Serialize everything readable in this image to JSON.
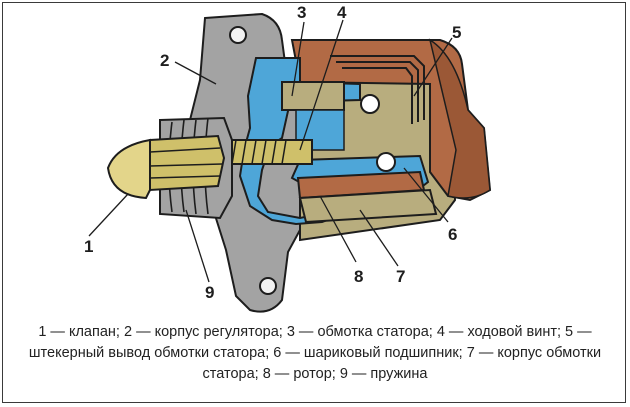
{
  "diagram": {
    "callouts": [
      {
        "id": "1",
        "label": "1"
      },
      {
        "id": "2",
        "label": "2"
      },
      {
        "id": "3",
        "label": "3"
      },
      {
        "id": "4",
        "label": "4"
      },
      {
        "id": "5",
        "label": "5"
      },
      {
        "id": "6",
        "label": "6"
      },
      {
        "id": "7",
        "label": "7"
      },
      {
        "id": "8",
        "label": "8"
      },
      {
        "id": "9",
        "label": "9"
      }
    ],
    "colors": {
      "housing": "#a3a3a3",
      "copper": "#b26a45",
      "blue": "#4ea6d8",
      "brass": "#cfc06a",
      "stator_body": "#b8ad7e",
      "outline": "#1d1d1d"
    }
  },
  "caption": {
    "text": "1 — клапан; 2 — корпус регулятора; 3 — обмотка статора; 4 — ходовой винт; 5 — штекерный вывод обмотки статора; 6 — шариковый подшипник; 7 — корпус обмотки статора; 8 — ротор; 9 — пружина"
  }
}
